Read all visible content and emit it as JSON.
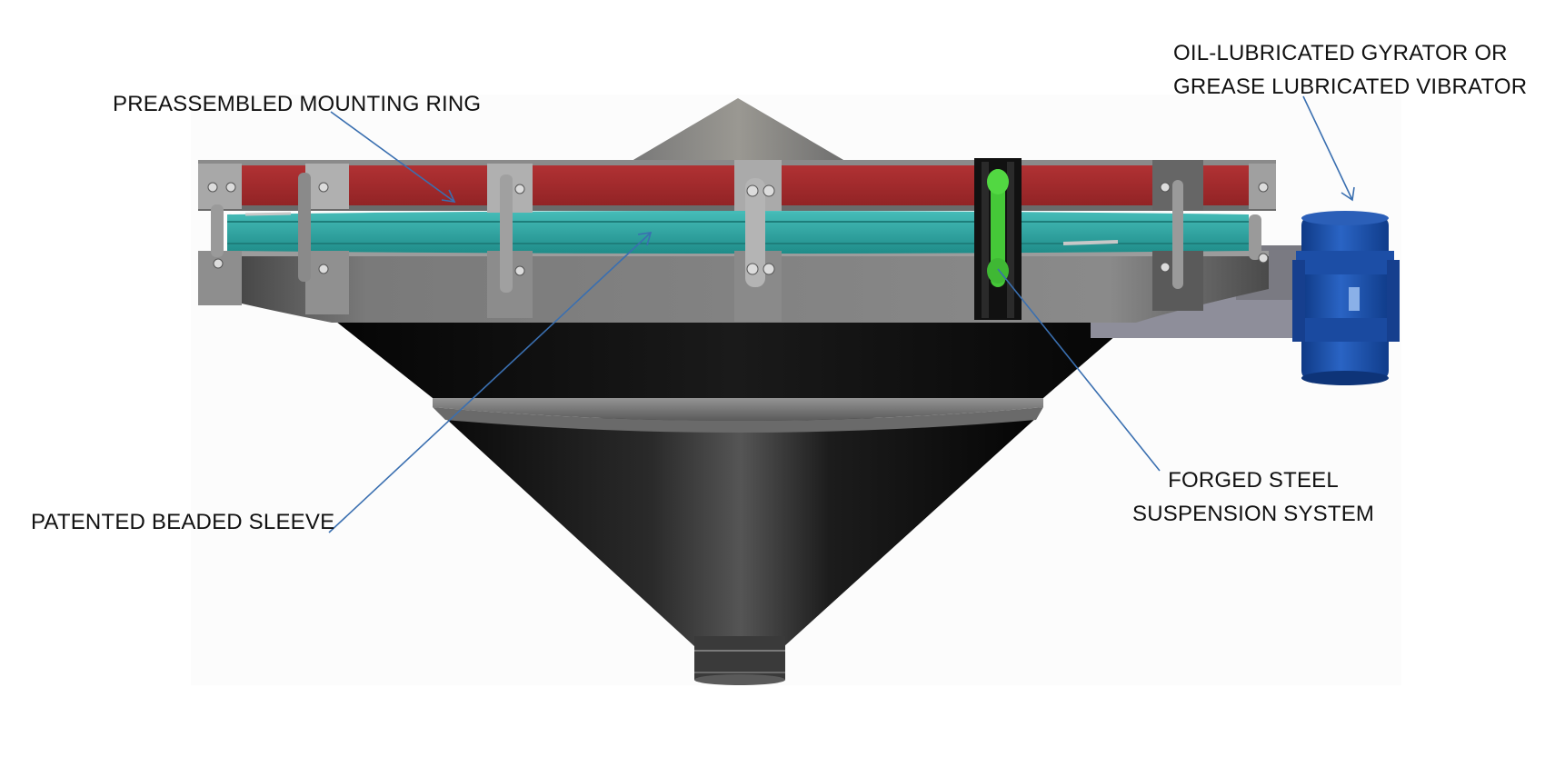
{
  "diagram": {
    "labels": {
      "mounting_ring": "PREASSEMBLED MOUNTING RING",
      "vibrator_line1": "OIL-LUBRICATED GYRATOR OR",
      "vibrator_line2": "GREASE LUBRICATED VIBRATOR",
      "suspension_line1": "FORGED STEEL",
      "suspension_line2": "SUSPENSION SYSTEM",
      "sleeve": "PATENTED BEADED SLEEVE"
    },
    "colors": {
      "mounting_ring_red": "#a32a2c",
      "beaded_sleeve_teal": "#2aa3a0",
      "suspension_link_green": "#44cc33",
      "vibrator_blue": "#1c4fa8",
      "hopper_black": "#111111",
      "steel_grey": "#8a8a8a",
      "leader_line_blue": "#3a6fb0"
    }
  }
}
